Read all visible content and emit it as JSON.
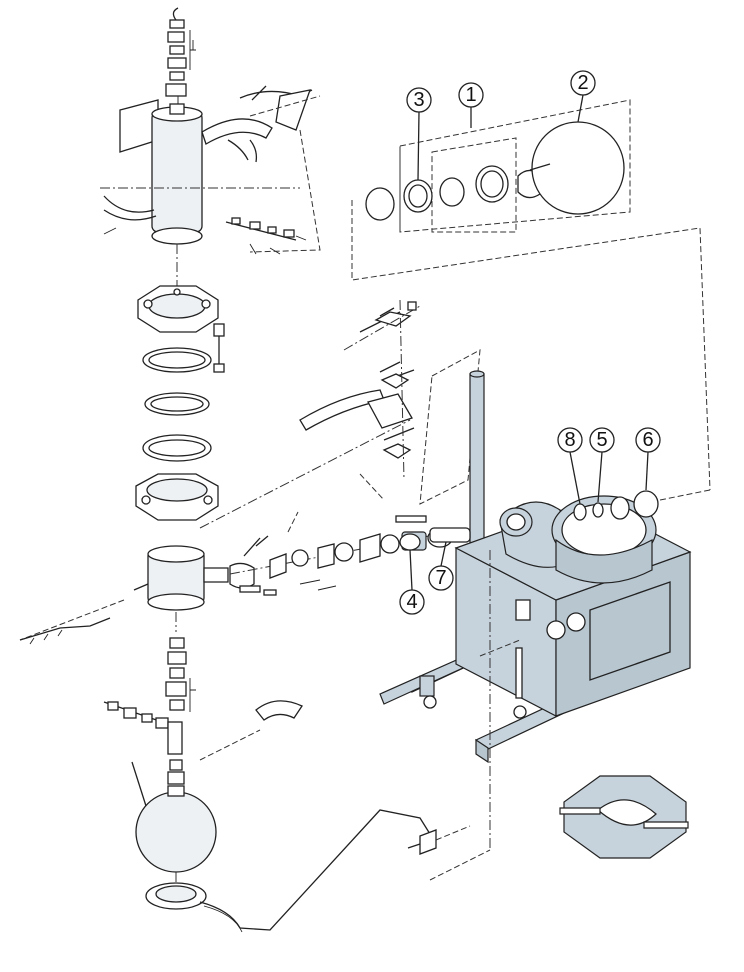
{
  "callouts": [
    {
      "label": "1"
    },
    {
      "label": "2"
    },
    {
      "label": "3"
    },
    {
      "label": "4"
    },
    {
      "label": "5"
    },
    {
      "label": "6"
    },
    {
      "label": "7"
    },
    {
      "label": "8"
    }
  ],
  "colors": {
    "metal": "#c7d3dc",
    "line": "#222222",
    "glass": "#eef1f4"
  }
}
